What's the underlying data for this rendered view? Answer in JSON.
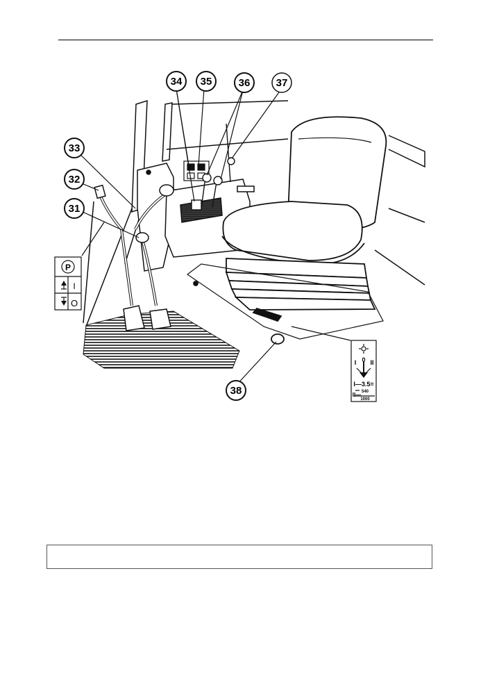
{
  "callouts": {
    "c31": "31",
    "c32": "32",
    "c33": "33",
    "c34": "34",
    "c35": "35",
    "c36": "36",
    "c37": "37",
    "c38": "38"
  },
  "parking_label": {
    "symbol": "P",
    "engage_mark": "I",
    "release_mark": "O"
  },
  "pto_label": {
    "neutral": "0",
    "pos_i": "I",
    "pos_ii": "II",
    "speed_i": "I—3.5=",
    "speed_ii_top": "540",
    "speed_ii_bottom": "1000",
    "speed_ii_prefix": "II—"
  },
  "footer_box": {
    "text": ""
  }
}
